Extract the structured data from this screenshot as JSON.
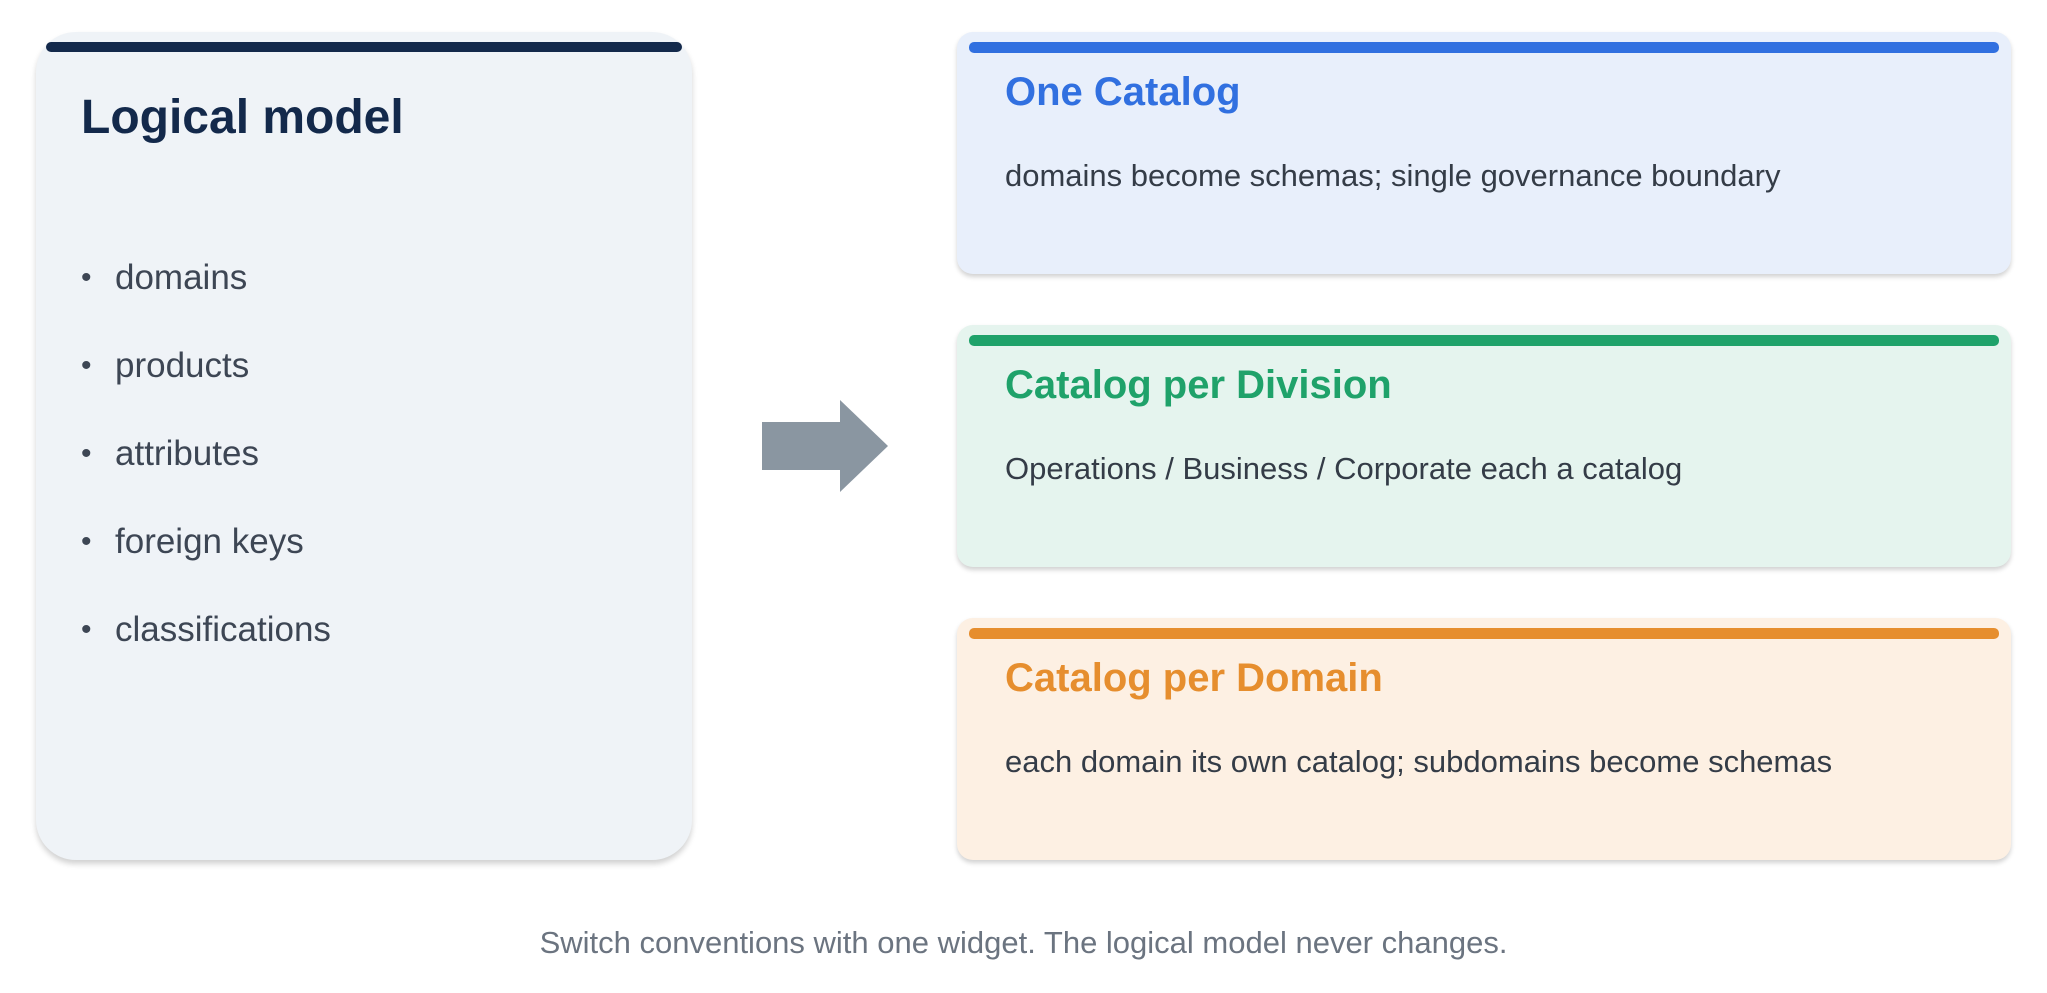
{
  "logical_model": {
    "title": "Logical model",
    "items": [
      "domains",
      "products",
      "attributes",
      "foreign keys",
      "classifications"
    ],
    "bullet": "•"
  },
  "arrow": {
    "icon": "right-arrow-icon",
    "color": "#8a96a1"
  },
  "cards": [
    {
      "title": "One Catalog",
      "description": "domains become schemas; single governance boundary",
      "accent": "#3170e0",
      "background": "#e8effb"
    },
    {
      "title": "Catalog per Division",
      "description": "Operations / Business / Corporate each a catalog",
      "accent": "#1fa26a",
      "background": "#e5f4ee"
    },
    {
      "title": "Catalog per Domain",
      "description": "each domain its own catalog; subdomains become schemas",
      "accent": "#e68e2e",
      "background": "#fdf0e3"
    }
  ],
  "footer": "Switch conventions with one widget.  The logical model never changes.",
  "colors": {
    "navy": "#13294b",
    "panel_bg": "#eff3f7"
  }
}
